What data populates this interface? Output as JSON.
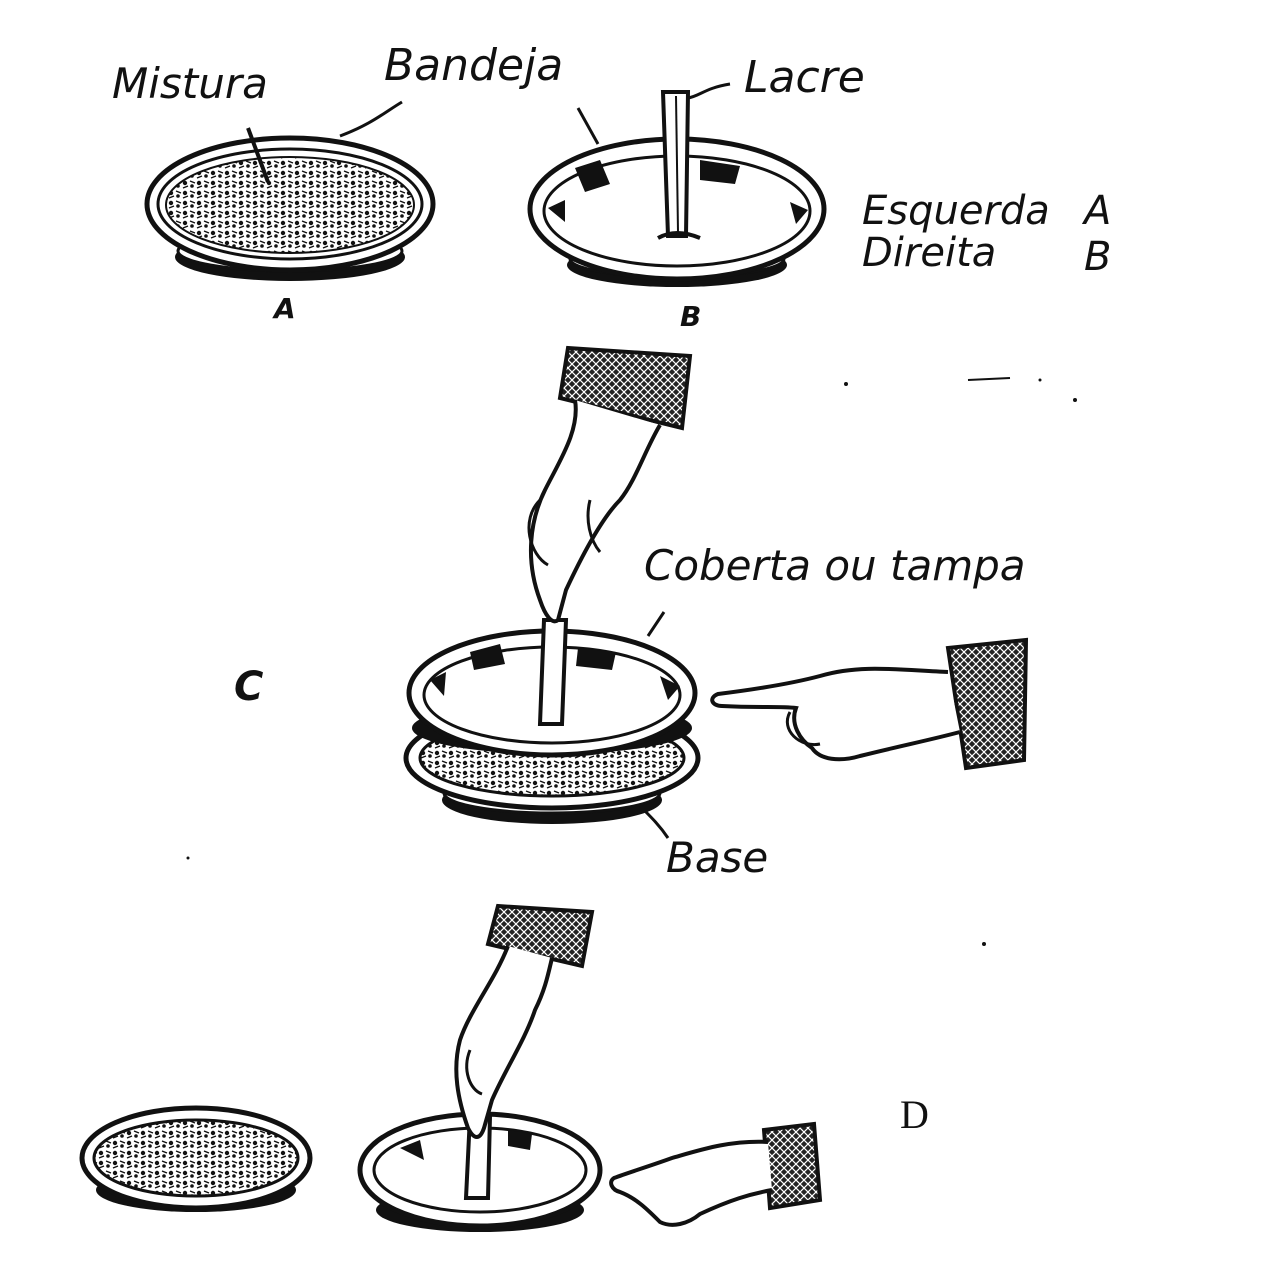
{
  "labels": {
    "mixture": "Mistura",
    "tray": "Bandeja",
    "wax": "Lacre",
    "left_legend": "Esquerda",
    "right_legend": "Direita",
    "left_letter": "A",
    "right_letter": "B",
    "cover": "Coberta ou tampa",
    "base": "Base"
  },
  "panels": {
    "a": "A",
    "b": "B",
    "c": "C",
    "d": "D"
  },
  "colors": {
    "ink": "#111111",
    "paper": "#ffffff"
  }
}
